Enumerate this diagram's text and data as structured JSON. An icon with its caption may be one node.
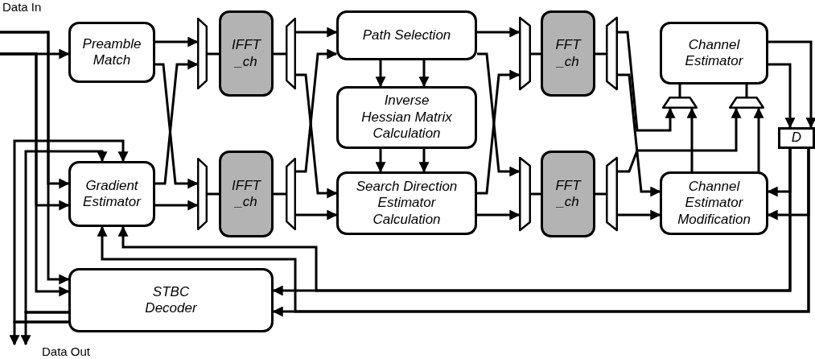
{
  "diagram": {
    "nodes": [
      {
        "text": [
          "Preamble Match"
        ]
      },
      {
        "text": [],
        "shape": "trapezoid"
      },
      {
        "text": [
          "IFFT _ch"
        ]
      },
      {
        "text": [],
        "shape": "trapezoid"
      },
      {
        "text": [
          "Path Selection"
        ]
      },
      {
        "text": [
          "Inverse Hessian Matrix Calculation"
        ]
      },
      {
        "text": [
          "Search Direction Estimator Calculation"
        ]
      },
      {
        "text": [],
        "shape": "trapezoid"
      },
      {
        "text": [
          "FFT _ch"
        ]
      },
      {
        "text": [],
        "shape": "trapezoid"
      },
      {
        "text": [
          "Channel Estimator"
        ]
      },
      {
        "text": [],
        "shape": "trapezoid"
      },
      {
        "text": [],
        "shape": "trapezoid"
      },
      {
        "text": [
          "D"
        ]
      },
      {
        "text": [
          "Gradient Estimator"
        ]
      },
      {
        "text": [],
        "shape": "trapezoid"
      },
      {
        "text": [
          "IFFT _ch"
        ]
      },
      {
        "text": [],
        "shape": "trapezoid"
      },
      {
        "text": [],
        "shape": "trapezoid"
      },
      {
        "text": [
          "FFT _ch"
        ]
      },
      {
        "text": [],
        "shape": "trapezoid"
      },
      {
        "text": [
          "Channel Estimator Modification"
        ]
      },
      {
        "text": [
          "STBC Decoder"
        ]
      }
    ],
    "edges": [
      {
        "from": null,
        "to": 0,
        "arrow": "to"
      },
      {
        "from": null,
        "to": 14,
        "arrow": "to"
      },
      {
        "from": null,
        "to": 22,
        "arrow": "to"
      },
      {
        "from": null,
        "to": 14,
        "arrow": "to"
      },
      {
        "from": null,
        "to": 22,
        "arrow": "to"
      },
      {
        "from": 22,
        "to": null,
        "arrow": "to"
      },
      {
        "from": 22,
        "to": null,
        "arrow": "to"
      },
      {
        "from": 22,
        "to": 14,
        "arrow": "to"
      },
      {
        "from": 22,
        "to": 14,
        "arrow": "to"
      },
      {
        "from": 13,
        "to": 21,
        "arrow": "to"
      },
      {
        "from": 13,
        "to": 21,
        "arrow": "to"
      },
      {
        "from": 13,
        "to": 22,
        "arrow": "to"
      },
      {
        "from": 13,
        "to": 22,
        "arrow": "to"
      },
      {
        "from": 13,
        "to": 14,
        "arrow": "to"
      },
      {
        "from": 13,
        "to": 14,
        "arrow": "to"
      },
      {
        "from": 10,
        "to": 13,
        "arrow": "to"
      },
      {
        "from": 10,
        "to": 13,
        "arrow": "to"
      },
      {
        "from": 11,
        "to": 10,
        "arrow": "none"
      },
      {
        "from": 12,
        "to": 10,
        "arrow": "none"
      },
      {
        "from": 9,
        "to": 11,
        "arrow": "to"
      },
      {
        "from": 9,
        "to": 21,
        "arrow": "to"
      },
      {
        "from": 21,
        "to": 11,
        "arrow": "to"
      },
      {
        "from": 20,
        "to": 12,
        "arrow": "to"
      },
      {
        "from": 21,
        "to": 12,
        "arrow": "to"
      },
      {
        "from": 20,
        "to": 21,
        "arrow": "to"
      },
      {
        "from": 1,
        "to": 2,
        "arrow": "none"
      },
      {
        "from": 2,
        "to": 3,
        "arrow": "none"
      },
      {
        "from": 15,
        "to": 16,
        "arrow": "none"
      },
      {
        "from": 16,
        "to": 17,
        "arrow": "none"
      },
      {
        "from": 7,
        "to": 8,
        "arrow": "none"
      },
      {
        "from": 8,
        "to": 9,
        "arrow": "none"
      },
      {
        "from": 18,
        "to": 19,
        "arrow": "none"
      },
      {
        "from": 19,
        "to": 20,
        "arrow": "none"
      },
      {
        "from": 0,
        "to": 1,
        "arrow": "to"
      },
      {
        "from": 0,
        "to": 15,
        "arrow": "to"
      },
      {
        "from": 14,
        "to": 1,
        "arrow": "to"
      },
      {
        "from": 14,
        "to": 15,
        "arrow": "to"
      },
      {
        "from": 3,
        "to": 4,
        "arrow": "to"
      },
      {
        "from": 3,
        "to": 6,
        "arrow": "to"
      },
      {
        "from": 17,
        "to": 4,
        "arrow": "to"
      },
      {
        "from": 17,
        "to": 6,
        "arrow": "to"
      },
      {
        "from": 4,
        "to": 5,
        "arrow": "to"
      },
      {
        "from": 4,
        "to": 5,
        "arrow": "to"
      },
      {
        "from": 5,
        "to": 6,
        "arrow": "to"
      },
      {
        "from": 5,
        "to": 6,
        "arrow": "to"
      },
      {
        "from": 4,
        "to": 7,
        "arrow": "to"
      },
      {
        "from": 4,
        "to": 18,
        "arrow": "to"
      },
      {
        "from": 6,
        "to": 7,
        "arrow": "to"
      },
      {
        "from": 6,
        "to": 18,
        "arrow": "to"
      }
    ],
    "labels": [
      "Data In",
      "Data Out"
    ]
  }
}
